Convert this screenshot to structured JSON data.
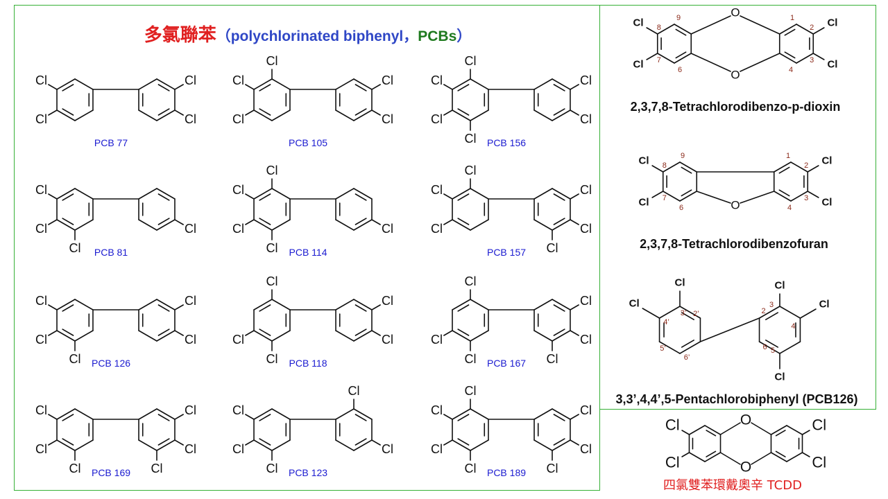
{
  "title": {
    "chinese": "多氯聯苯",
    "open_paren": "（",
    "english": "polychlorinated biphenyl",
    "comma": "，",
    "abbrev": "PCBs",
    "close_paren": "）"
  },
  "atom_labels": {
    "chlorine": "Cl",
    "oxygen": "O"
  },
  "pcb_grid": [
    {
      "label": "PCB 77",
      "ring_a": [
        3,
        4
      ],
      "ring_b": [
        3,
        4
      ]
    },
    {
      "label": "PCB 105",
      "ring_a": [
        2,
        3,
        4
      ],
      "ring_b": [
        3,
        4
      ]
    },
    {
      "label": "PCB 156",
      "ring_a": [
        2,
        3,
        4,
        5
      ],
      "ring_b": [
        3,
        4
      ]
    },
    {
      "label": "PCB 81",
      "ring_a": [
        3,
        4,
        5
      ],
      "ring_b": [
        4
      ]
    },
    {
      "label": "PCB 114",
      "ring_a": [
        2,
        3,
        4,
        5
      ],
      "ring_b": [
        4
      ]
    },
    {
      "label": "PCB 157",
      "ring_a": [
        2,
        3,
        4
      ],
      "ring_b": [
        3,
        4,
        5
      ]
    },
    {
      "label": "PCB 126",
      "ring_a": [
        3,
        4,
        5
      ],
      "ring_b": [
        3,
        4
      ]
    },
    {
      "label": "PCB 118",
      "ring_a": [
        2,
        4,
        5
      ],
      "ring_b": [
        3,
        4
      ]
    },
    {
      "label": "PCB 167",
      "ring_a": [
        2,
        4,
        5
      ],
      "ring_b": [
        3,
        4,
        5
      ]
    },
    {
      "label": "PCB 169",
      "ring_a": [
        3,
        4,
        5
      ],
      "ring_b": [
        3,
        4,
        5
      ]
    },
    {
      "label": "PCB 123",
      "ring_a": [
        3,
        4,
        5
      ],
      "ring_b": [
        2,
        4
      ]
    },
    {
      "label": "PCB 189",
      "ring_a": [
        2,
        3,
        4,
        5
      ],
      "ring_b": [
        3,
        4,
        5
      ]
    }
  ],
  "dioxin": {
    "name": "2,3,7,8-Tetrachlorodibenzo-p-dioxin",
    "numbers": {
      "n1": "1",
      "n2": "2",
      "n3": "3",
      "n4": "4",
      "n6": "6",
      "n7": "7",
      "n8": "8",
      "n9": "9"
    }
  },
  "furan": {
    "name": "2,3,7,8-Tetrachlorodibenzofuran",
    "numbers": {
      "n1": "1",
      "n2": "2",
      "n3": "3",
      "n4": "4",
      "n6": "6",
      "n7": "7",
      "n8": "8",
      "n9": "9"
    }
  },
  "pcb126_detail": {
    "name": "3,3’,4,4’,5-Pentachlorobiphenyl (PCB126)",
    "numbers": {
      "p2": "2",
      "p3": "3",
      "p4": "4",
      "p5": "5",
      "p6": "6",
      "q2": "2’",
      "q3": "3’",
      "q4": "4’",
      "q5": "5’",
      "q6": "6’"
    }
  },
  "tcdd": {
    "label": "四氯雙苯環戴奧辛 TCDD"
  },
  "colors": {
    "title_red": "#e02020",
    "title_blue": "#2f47c6",
    "title_green": "#1e7a1e",
    "pcb_label_blue": "#1a1ad0",
    "panel_border_green": "#35b035",
    "locant_brown": "#8b2a1a"
  }
}
